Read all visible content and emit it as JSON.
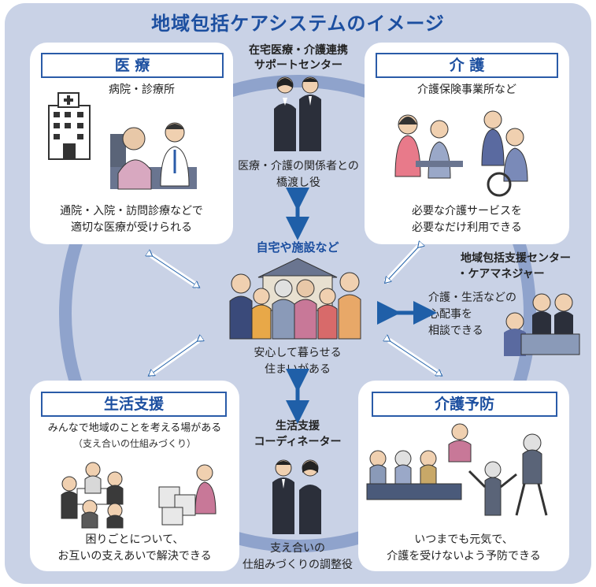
{
  "title": "地域包括ケアシステムのイメージ",
  "center": {
    "label": "自宅や施設など",
    "caption_line1": "安心して暮らせる",
    "caption_line2": "住まいがある"
  },
  "top": {
    "name_line1": "在宅医療・介護連携",
    "name_line2": "サポートセンター",
    "desc_line1": "医療・介護の関係者との",
    "desc_line2": "橋渡し役"
  },
  "bottom": {
    "name_line1": "生活支援",
    "name_line2": "コーディネーター",
    "desc_line1": "支え合いの",
    "desc_line2": "仕組みづくりの調整役"
  },
  "right": {
    "name_line1": "地域包括支援センター",
    "name_line2": "・ケアマネジャー",
    "desc_line1": "介護・生活などの",
    "desc_line2": "心配事を",
    "desc_line3": "相談できる"
  },
  "cards": {
    "iryo": {
      "heading": "医 療",
      "sub": "病院・診療所",
      "desc_line1": "通院・入院・訪問診療などで",
      "desc_line2": "適切な医療が受けられる"
    },
    "kaigo": {
      "heading": "介 護",
      "sub": "介護保険事業所など",
      "desc_line1": "必要な介護サービスを",
      "desc_line2": "必要なだけ利用できる"
    },
    "seikatsu": {
      "heading": "生活支援",
      "sub": "みんなで地域のことを考える場がある",
      "note": "（支え合いの仕組みづくり）",
      "desc_line1": "困りごとについて、",
      "desc_line2": "お互いの支えあいで解決できる"
    },
    "yobo": {
      "heading": "介護予防",
      "desc_line1": "いつまでも元気で、",
      "desc_line2": "介護を受けないよう予防できる"
    }
  },
  "colors": {
    "background": "#c9d2e6",
    "ring": "#8fa3cc",
    "accent": "#1c4fa0",
    "arrow_solid": "#1f5fa8",
    "card": "#ffffff"
  }
}
